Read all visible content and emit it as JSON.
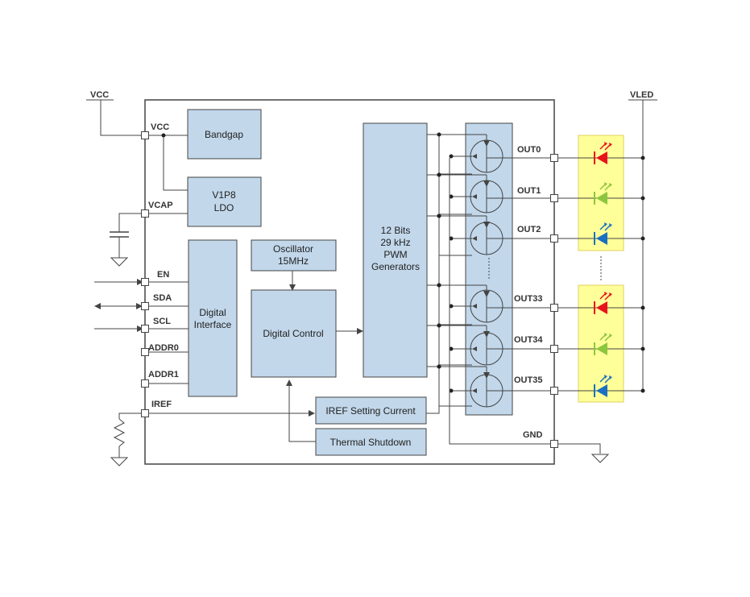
{
  "labels": {
    "vcc_supply": "VCC",
    "vled": "VLED",
    "vcc_pin": "VCC",
    "vcap": "VCAP",
    "en": "EN",
    "sda": "SDA",
    "scl": "SCL",
    "addr0": "ADDR0",
    "addr1": "ADDR1",
    "iref": "IREF",
    "out0": "OUT0",
    "out1": "OUT1",
    "out2": "OUT2",
    "out33": "OUT33",
    "out34": "OUT34",
    "out35": "OUT35",
    "gnd": "GND"
  },
  "blocks": {
    "bandgap": [
      "Bandgap"
    ],
    "ldo": [
      "V1P8",
      "LDO"
    ],
    "oscillator": [
      "Oscillator",
      "15MHz"
    ],
    "digital_interface": [
      "Digital",
      "Interface"
    ],
    "digital_control": [
      "Digital Control"
    ],
    "pwm": [
      "12 Bits",
      "29 kHz",
      "PWM",
      "Generators"
    ],
    "iref_setting": [
      "IREF Setting Current"
    ],
    "thermal": [
      "Thermal Shutdown"
    ]
  },
  "colors": {
    "block_fill": "#c2d7ea",
    "led_panel": "#ffff99",
    "led_red": "#e8141b",
    "led_green": "#8cc63f",
    "led_blue": "#1b6fc1"
  },
  "icons": {
    "led": "led-diode-icon",
    "current_sink": "current-source-icon",
    "ground": "ground-icon",
    "capacitor": "capacitor-icon",
    "resistor": "resistor-icon"
  }
}
